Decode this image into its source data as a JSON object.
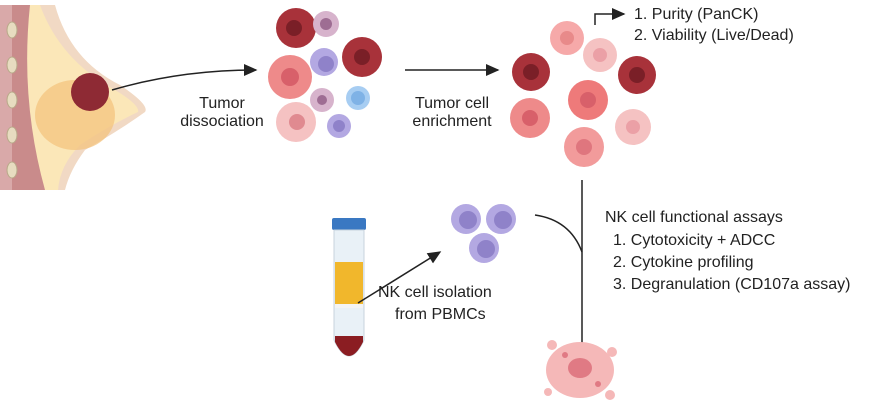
{
  "steps": {
    "dissociation": [
      "Tumor",
      "dissociation"
    ],
    "enrichment": [
      "Tumor cell",
      "enrichment"
    ],
    "nk_isolation": [
      "NK cell isolation",
      "from PBMCs"
    ]
  },
  "qc_checks": [
    "1. Purity (PanCK)",
    "2. Viability (Live/Dead)"
  ],
  "assays": {
    "title": "NK cell functional assays",
    "items": [
      "1. Cytotoxicity + ADCC",
      "2. Cytokine profiling",
      "3. Degranulation (CD107a assay)"
    ]
  },
  "colors": {
    "tumor_dark": "#a8323a",
    "tumor_light": "#ee8a8a",
    "tumor_pale": "#f5c2c2",
    "nk": "#a79ad8",
    "arrow": "#222222"
  }
}
